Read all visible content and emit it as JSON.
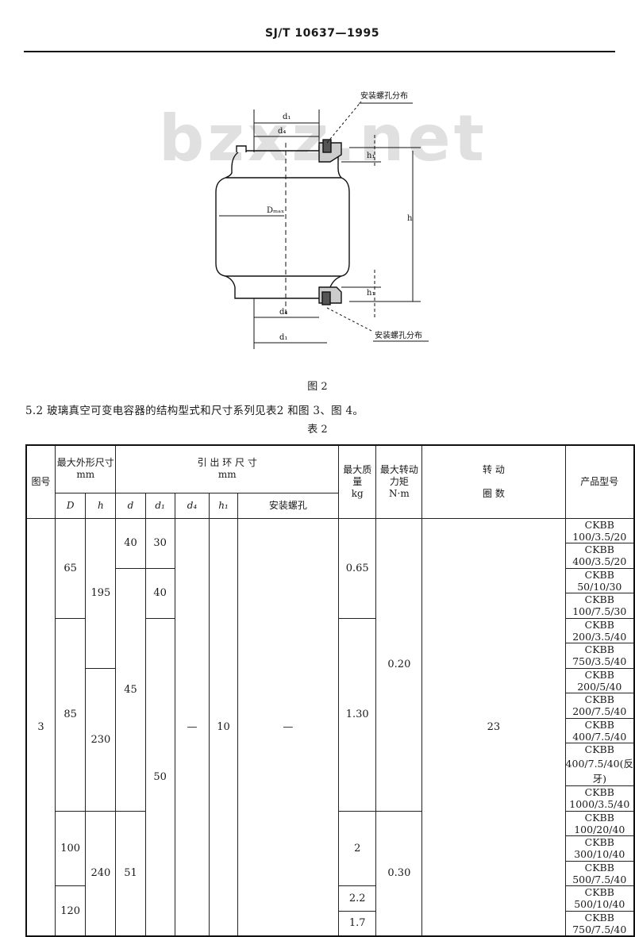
{
  "header": {
    "standard_no": "SJ/T 10637—1995"
  },
  "watermark": "bzxz.net",
  "figure": {
    "labels": {
      "top_callout": "安装螺孔分布",
      "bottom_callout": "安装螺孔分布",
      "d1_top": "d₁",
      "d4_top": "d₄",
      "d1_bottom": "d₁",
      "d4_bottom": "d₄",
      "dmax": "Dₘₐₓ",
      "h": "h",
      "h1_top": "h₁",
      "h1_bottom": "h₁"
    },
    "caption": "图 2"
  },
  "section": {
    "text": "5.2  玻璃真空可变电容器的结构型式和尺寸系列见表2 和图 3、图 4。"
  },
  "table": {
    "caption": "表 2",
    "headers": {
      "fig_no": "图号",
      "max_outline": "最大外形尺寸",
      "max_outline_unit": "mm",
      "lead_ring": "引  出  环  尺  寸",
      "lead_ring_unit": "mm",
      "max_mass": "最大质量",
      "max_mass_unit": "kg",
      "max_torque": "最大转动力矩",
      "max_torque_unit": "N·m",
      "turns": "转  动",
      "turns2": "圈  数",
      "model": "产品型号",
      "D": "D",
      "h": "h",
      "d": "d",
      "d1": "d₁",
      "d4": "d₄",
      "h1": "h₁",
      "screw_holes": "安装螺孔"
    },
    "cells": {
      "fig_no": "3",
      "D_65": "65",
      "D_85": "85",
      "D_100": "100",
      "D_120": "120",
      "h_195": "195",
      "h_230": "230",
      "h_240": "240",
      "d_40": "40",
      "d_45": "45",
      "d_51": "51",
      "d1_30": "30",
      "d1_40": "40",
      "d1_50": "50",
      "d4": "—",
      "h1": "10",
      "screw": "—",
      "mass_065": "0.65",
      "mass_130": "1.30",
      "mass_2": "2",
      "mass_22": "2.2",
      "mass_17": "1.7",
      "torque_020": "0.20",
      "torque_030": "0.30",
      "turns": "23"
    },
    "models": [
      "CKBB 100/3.5/20",
      "CKBB 400/3.5/20",
      "CKBB 50/10/30",
      "CKBB 100/7.5/30",
      "CKBB 200/3.5/40",
      "CKBB 750/3.5/40",
      "CKBB 200/5/40",
      "CKBB 200/7.5/40",
      "CKBB 400/7.5/40",
      "CKBB 400/7.5/40(反牙)",
      "CKBB 1000/3.5/40",
      "CKBB 100/20/40",
      "CKBB 300/10/40",
      "CKBB 500/7.5/40",
      "CKBB 500/10/40",
      "CKBB 750/7.5/40"
    ]
  }
}
